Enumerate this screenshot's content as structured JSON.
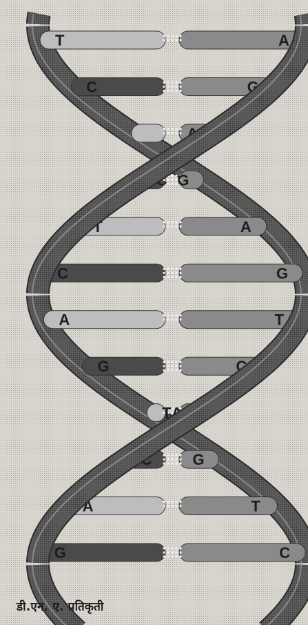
{
  "caption": "डी.एन. ए. प्रतिकृती",
  "colors": {
    "paper": "#d9d7d0",
    "backbone": "#6b6b6b",
    "backbone_edge": "#2c2c2c",
    "base_dark": "#4a4a4a",
    "base_mid": "#8a8a8a",
    "base_light": "#bdbdbd",
    "text": "#1c1c1c"
  },
  "base_pairs": [
    {
      "left": "T",
      "right": "A"
    },
    {
      "left": "C",
      "right": "G"
    },
    {
      "left": "",
      "right": "A"
    },
    {
      "left": "C",
      "right": "G"
    },
    {
      "left": "T",
      "right": "A"
    },
    {
      "left": "C",
      "right": "G"
    },
    {
      "left": "A",
      "right": "T"
    },
    {
      "left": "G",
      "right": "C"
    },
    {
      "left": "T",
      "right": "A"
    },
    {
      "left": "C",
      "right": "G"
    },
    {
      "left": "A",
      "right": "T"
    },
    {
      "left": "G",
      "right": "C"
    }
  ]
}
